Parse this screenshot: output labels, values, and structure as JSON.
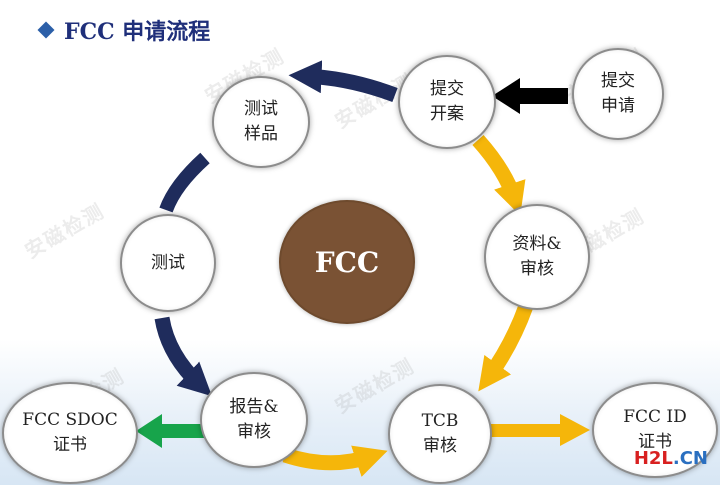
{
  "title": "FCC 申请流程",
  "watermark": "安磁检测",
  "center": "FCC",
  "nodes": {
    "submit_application": "提交\n申请",
    "submit_case": "提交\n开案",
    "test_sample": "测试\n样品",
    "test": "测试",
    "report_review": "报告&\n审核",
    "docs_review": "资料&\n审核",
    "tcb_review": "TCB\n审核",
    "fcc_sdoc": "FCC SDOC\n证书",
    "fcc_id": "FCC ID\n证书"
  },
  "logo": {
    "part1": "H2L",
    "part2": ".CN"
  },
  "colors": {
    "navy": "#1f2c5c",
    "gold": "#f5b60a",
    "green": "#17a44b",
    "black": "#000000",
    "center_fill": "#7a5234"
  }
}
